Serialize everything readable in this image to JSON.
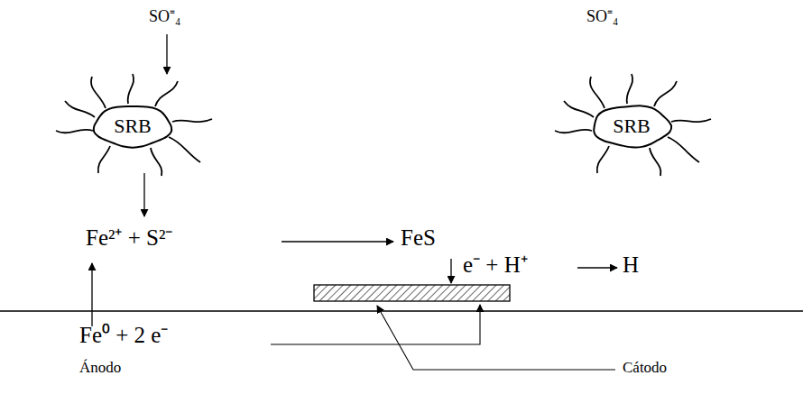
{
  "diagram": {
    "nodes": [
      {
        "text": [
          "SRB"
        ]
      },
      {
        "text": [
          "SRB"
        ]
      }
    ],
    "labels": [
      "SO⁼₄",
      "SO⁼₄",
      "Fe²⁺ + S²⁻",
      "FeS",
      "e⁻ + H⁺",
      "H",
      "Fe⁰ + 2 e⁻",
      "Ánodo",
      "Cátodo"
    ]
  }
}
